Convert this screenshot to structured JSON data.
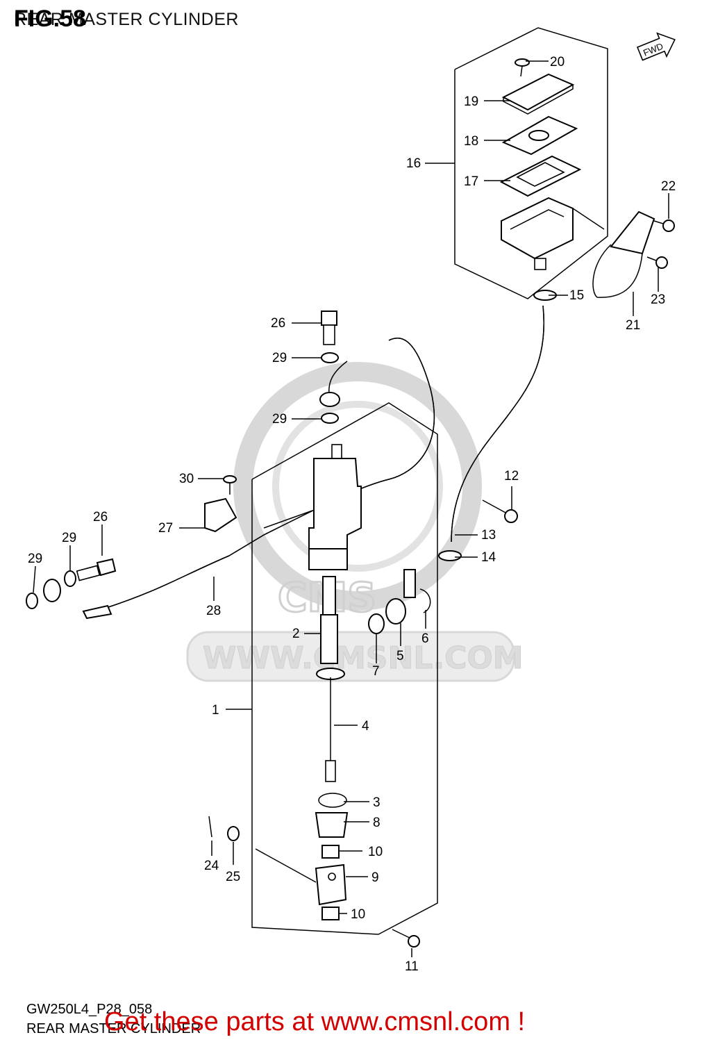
{
  "header": {
    "figure": "FIG.58",
    "subtitle": "REAR MASTER CYLINDER"
  },
  "fwd_badge": "FWD",
  "watermark": {
    "logo": "CMS",
    "url": "WWW.CMSNL.COM"
  },
  "callouts": {
    "c1": "1",
    "c2": "2",
    "c3": "3",
    "c4": "4",
    "c5": "5",
    "c6": "6",
    "c7": "7",
    "c8": "8",
    "c9": "9",
    "c10a": "10",
    "c10b": "10",
    "c11": "11",
    "c12": "12",
    "c13": "13",
    "c14": "14",
    "c15": "15",
    "c16": "16",
    "c17": "17",
    "c18": "18",
    "c19": "19",
    "c20": "20",
    "c21": "21",
    "c22": "22",
    "c23": "23",
    "c24": "24",
    "c25": "25",
    "c26a": "26",
    "c26b": "26",
    "c27": "27",
    "c28": "28",
    "c29a": "29",
    "c29b": "29",
    "c29c": "29",
    "c29d": "29",
    "c30": "30"
  },
  "footer": {
    "code": "GW250L4_P28_058",
    "title": "REAR MASTER CYLINDER",
    "promo": "Get these parts at www.cmsnl.com !"
  }
}
